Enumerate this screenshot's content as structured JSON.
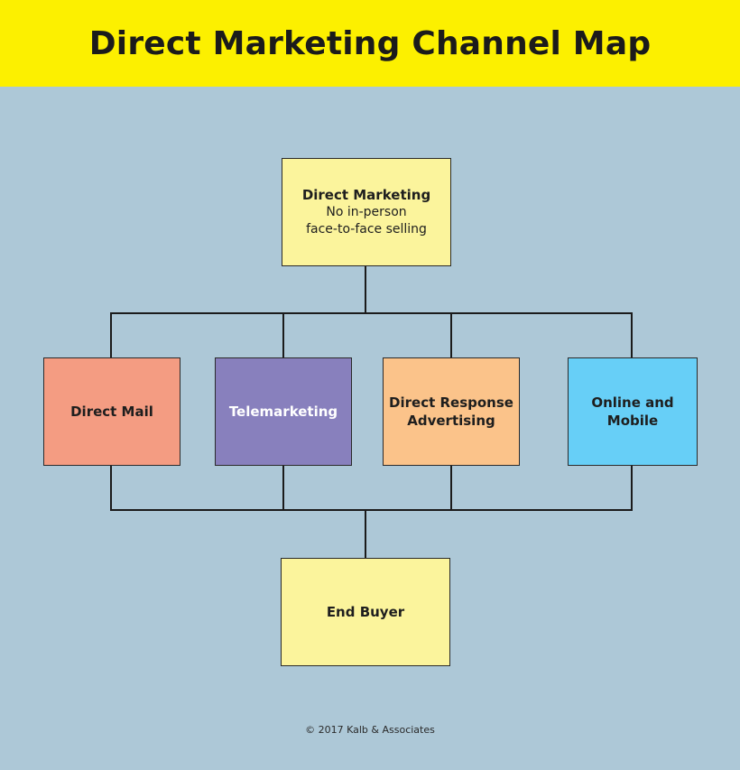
{
  "header": {
    "title": "Direct Marketing Channel Map"
  },
  "diagram": {
    "top": {
      "title": "Direct Marketing",
      "line1": "No in-person",
      "line2": "face-to-face selling"
    },
    "channels": [
      {
        "title": "Direct Mail"
      },
      {
        "title": "Telemarketing"
      },
      {
        "title": "Direct Response",
        "line2": "Advertising"
      },
      {
        "title": "Online and",
        "line2": "Mobile"
      }
    ],
    "bottom": {
      "title": "End Buyer"
    }
  },
  "colors": {
    "header_bg": "#fcf000",
    "background": "#adc8d7",
    "top_box": "#fbf49c",
    "direct_mail": "#f49c82",
    "telemarketing": "#8880bd",
    "direct_response": "#fbc38a",
    "online_mobile": "#67cff7",
    "end_buyer": "#fbf49c"
  },
  "footer": {
    "copyright": "© 2017 Kalb & Associates"
  }
}
